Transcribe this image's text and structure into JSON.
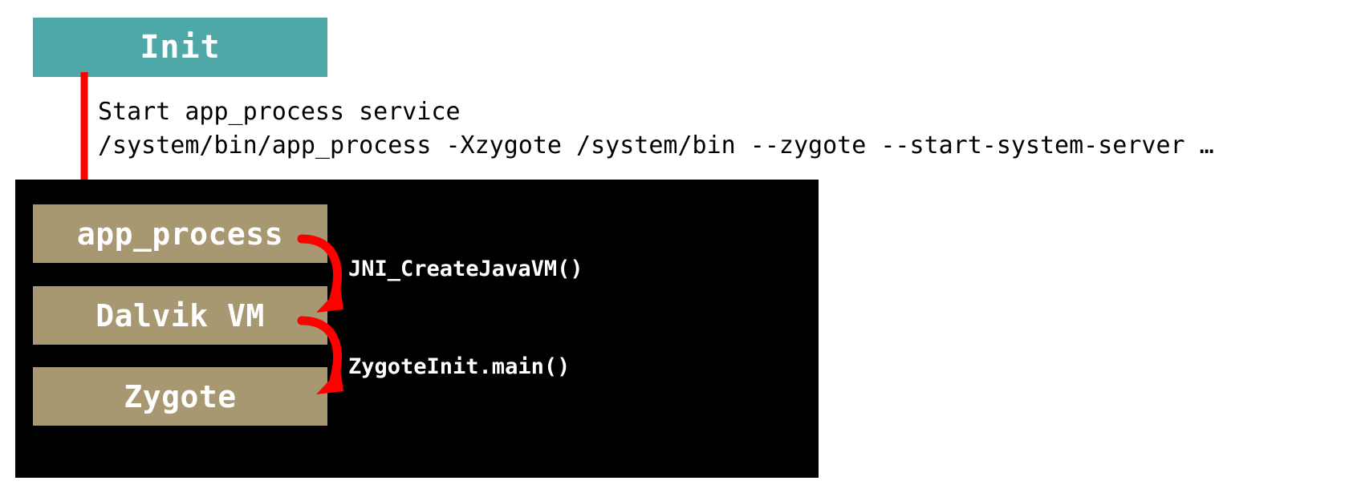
{
  "diagram": {
    "title_box": {
      "label": "Init",
      "color": "#4fa8a8",
      "text_color": "#ffffff"
    },
    "transition_note": {
      "line1": "Start app_process service",
      "line2": "/system/bin/app_process -Xzygote /system/bin --zygote --start-system-server …",
      "full": "Start app_process service\n/system/bin/app_process -Xzygote /system/bin --zygote --start-system-server …",
      "color": "#000000"
    },
    "panel": {
      "background": "#000000"
    },
    "stack_boxes": [
      {
        "label": "app_process",
        "color": "#a89872",
        "text_color": "#ffffff"
      },
      {
        "label": "Dalvik VM",
        "color": "#a89872",
        "text_color": "#ffffff"
      },
      {
        "label": "Zygote",
        "color": "#a89872",
        "text_color": "#ffffff"
      }
    ],
    "call_arrows": [
      {
        "label": "JNI_CreateJavaVM()",
        "from": "app_process",
        "to": "Dalvik VM",
        "color": "#ff0000"
      },
      {
        "label": "ZygoteInit.main()",
        "from": "Dalvik VM",
        "to": "Zygote",
        "color": "#ff0000"
      }
    ],
    "start_arrow": {
      "from": "Init",
      "to": "app_process",
      "color": "#ff0000"
    }
  }
}
